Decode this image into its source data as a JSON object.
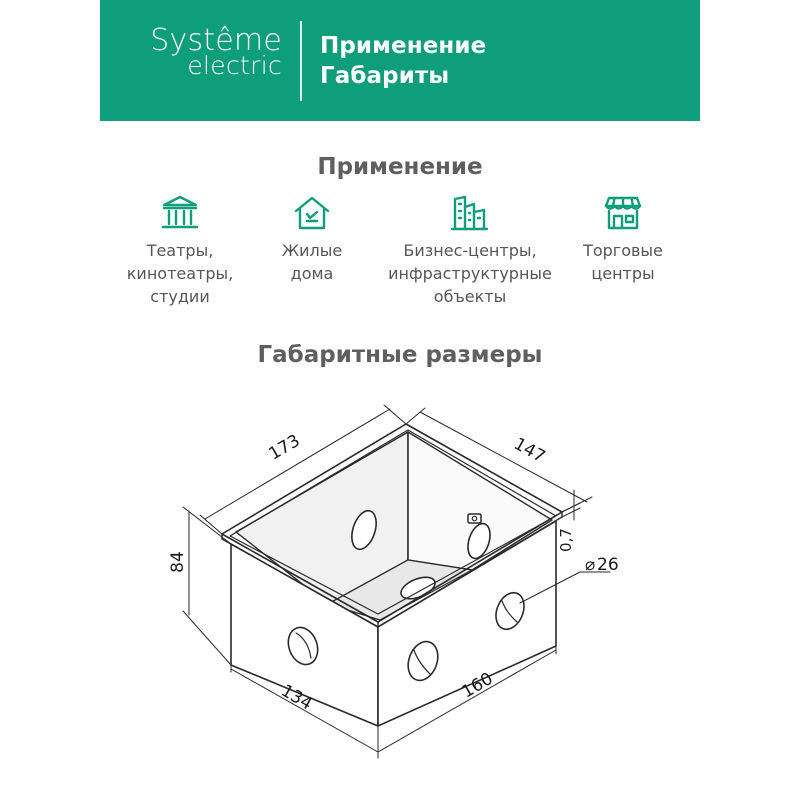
{
  "header": {
    "logo_top": "Systême",
    "logo_bottom": "electric",
    "line1": "Применение",
    "line2": "Габариты"
  },
  "application": {
    "title": "Применение",
    "items": [
      {
        "icon": "theater-building-icon",
        "label": "Театры,\nкинотеатры,\nстудии"
      },
      {
        "icon": "house-icon",
        "label": "Жилые\nдома"
      },
      {
        "icon": "office-buildings-icon",
        "label": "Бизнес-центры,\nинфраструктурные\nобъекты"
      },
      {
        "icon": "shop-icon",
        "label": "Торговые\nцентры"
      }
    ]
  },
  "dimensions": {
    "title": "Габаритные размеры",
    "length_top": "173",
    "width_top": "147",
    "height": "84",
    "flange": "0,7",
    "hole_diameter": "26",
    "length_bottom": "134",
    "width_bottom": "160"
  },
  "colors": {
    "brand": "#0f9e7b",
    "text": "#5a5a5a"
  }
}
